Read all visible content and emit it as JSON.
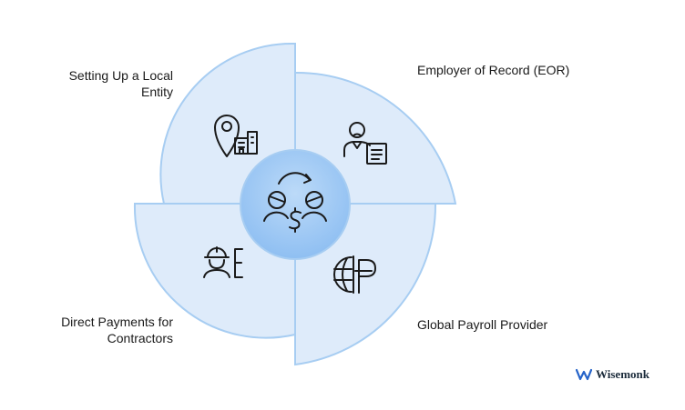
{
  "quadrants": {
    "top_left": {
      "label": "Setting Up a Local Entity",
      "icon": "location-building-icon"
    },
    "top_right": {
      "label": "Employer of Record (EOR)",
      "icon": "employee-document-icon"
    },
    "bottom_left": {
      "label": "Direct Payments for Contractors",
      "icon": "worker-ledger-icon"
    },
    "bottom_right": {
      "label": "Global Payroll Provider",
      "icon": "globe-currency-icon"
    }
  },
  "center": {
    "icon": "people-money-exchange-icon"
  },
  "brand": {
    "name": "Wisemonk",
    "color": "#2563c9"
  },
  "colors": {
    "fill": "#deebfa",
    "stroke": "#a7cdf2",
    "center_fill": "#9fc8f5",
    "icon": "#1a1a1a"
  }
}
